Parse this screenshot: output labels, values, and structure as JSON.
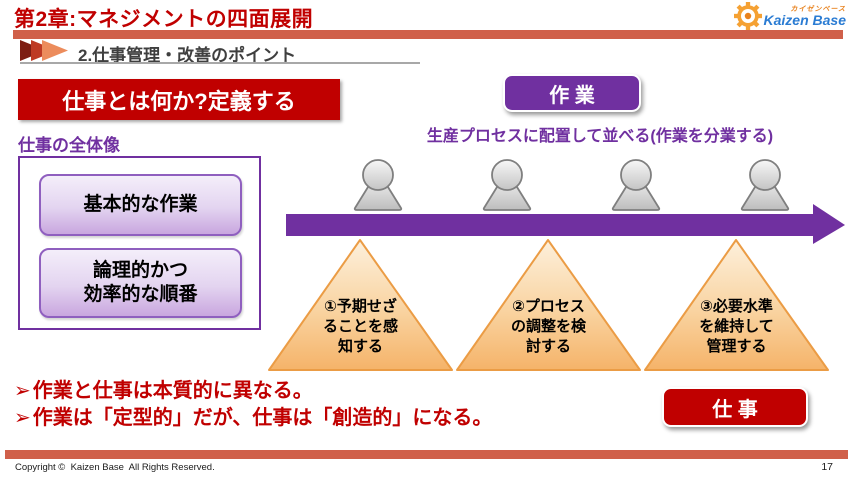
{
  "header": {
    "chapter_title": "第2章:マネジメントの四面展開",
    "section_title": "2.仕事管理・改善のポイント",
    "logo": {
      "brand": "Kaizen Base",
      "kana": "カイゼンベース"
    }
  },
  "main": {
    "question_banner": "仕事とは何か?定義する",
    "overview": {
      "title": "仕事の全体像",
      "items": [
        {
          "line1": "基本的な作業",
          "line2": ""
        },
        {
          "line1": "論理的かつ",
          "line2": "効率的な順番"
        }
      ]
    },
    "sagyou_label": "作 業",
    "process_caption": "生産プロセスに配置して並べる(作業を分業する)",
    "triangles": [
      {
        "line1": "①予期せざ",
        "line2": "ることを感",
        "line3": "知する"
      },
      {
        "line1": "②プロセス",
        "line2": "の調整を検",
        "line3": "討する"
      },
      {
        "line1": "③必要水準",
        "line2": "を維持して",
        "line3": "管理する"
      }
    ],
    "shigoto_label": "仕 事",
    "bullets": [
      {
        "marker": "➢",
        "text": "作業と仕事は本質的に異なる。"
      },
      {
        "marker": "➢",
        "text": "作業は「定型的」だが、仕事は「創造的」になる。"
      }
    ]
  },
  "footer": {
    "copyright": "Copyright ©  Kaizen Base  All Rights Reserved.",
    "page_number": "17"
  },
  "colors": {
    "title_red": "#C00000",
    "accent_bar_red": "#D0604A",
    "purple": "#7030A0",
    "triangle_border_orange": "#EB9C45",
    "logo_blue": "#2B7CD3",
    "logo_orange": "#F5A133"
  }
}
